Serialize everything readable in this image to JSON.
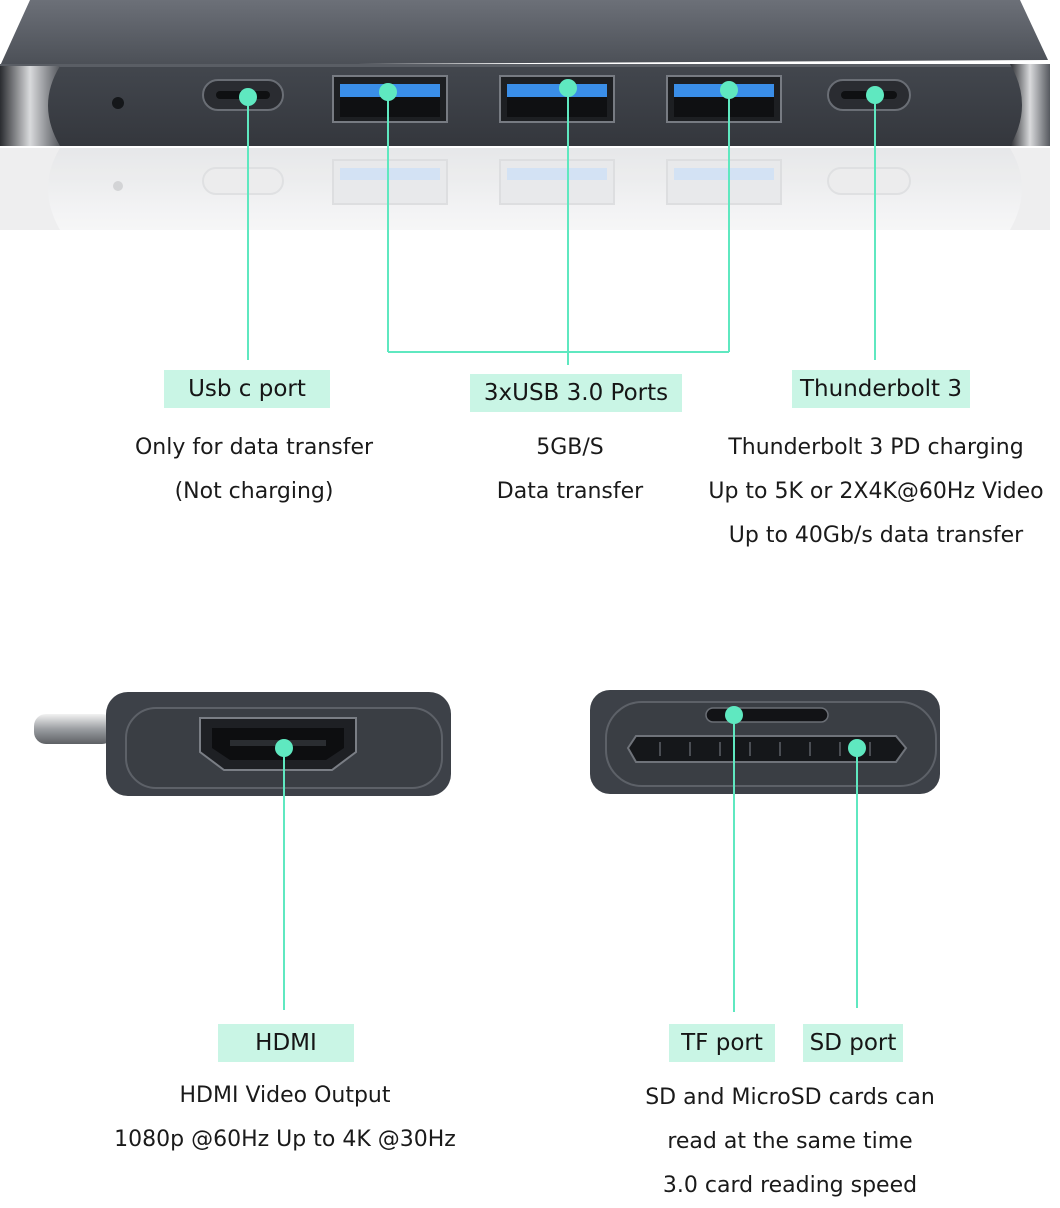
{
  "accent_color": "#5fe8c0",
  "label_bg_color": "#c9f5e5",
  "device_color": "#3d4148",
  "usb_blue": "#3a8ee8",
  "callouts": {
    "usb_c": {
      "label": "Usb c port",
      "lines": [
        "Only for data transfer",
        "(Not charging)"
      ]
    },
    "usb3": {
      "label": "3xUSB 3.0 Ports",
      "lines": [
        "5GB/S",
        "Data transfer"
      ]
    },
    "thunderbolt": {
      "label": "Thunderbolt 3",
      "lines": [
        "Thunderbolt 3 PD charging",
        "Up to 5K or 2X4K@60Hz Video",
        "Up to 40Gb/s data transfer"
      ]
    },
    "hdmi": {
      "label": "HDMI",
      "lines": [
        "HDMI Video Output",
        "1080p @60Hz Up to 4K @30Hz"
      ]
    },
    "tf": {
      "label": "TF port"
    },
    "sd": {
      "label": "SD port"
    },
    "card_reader": {
      "lines": [
        "SD and MicroSD cards can",
        "read at the same time",
        "3.0 card reading speed"
      ]
    }
  }
}
